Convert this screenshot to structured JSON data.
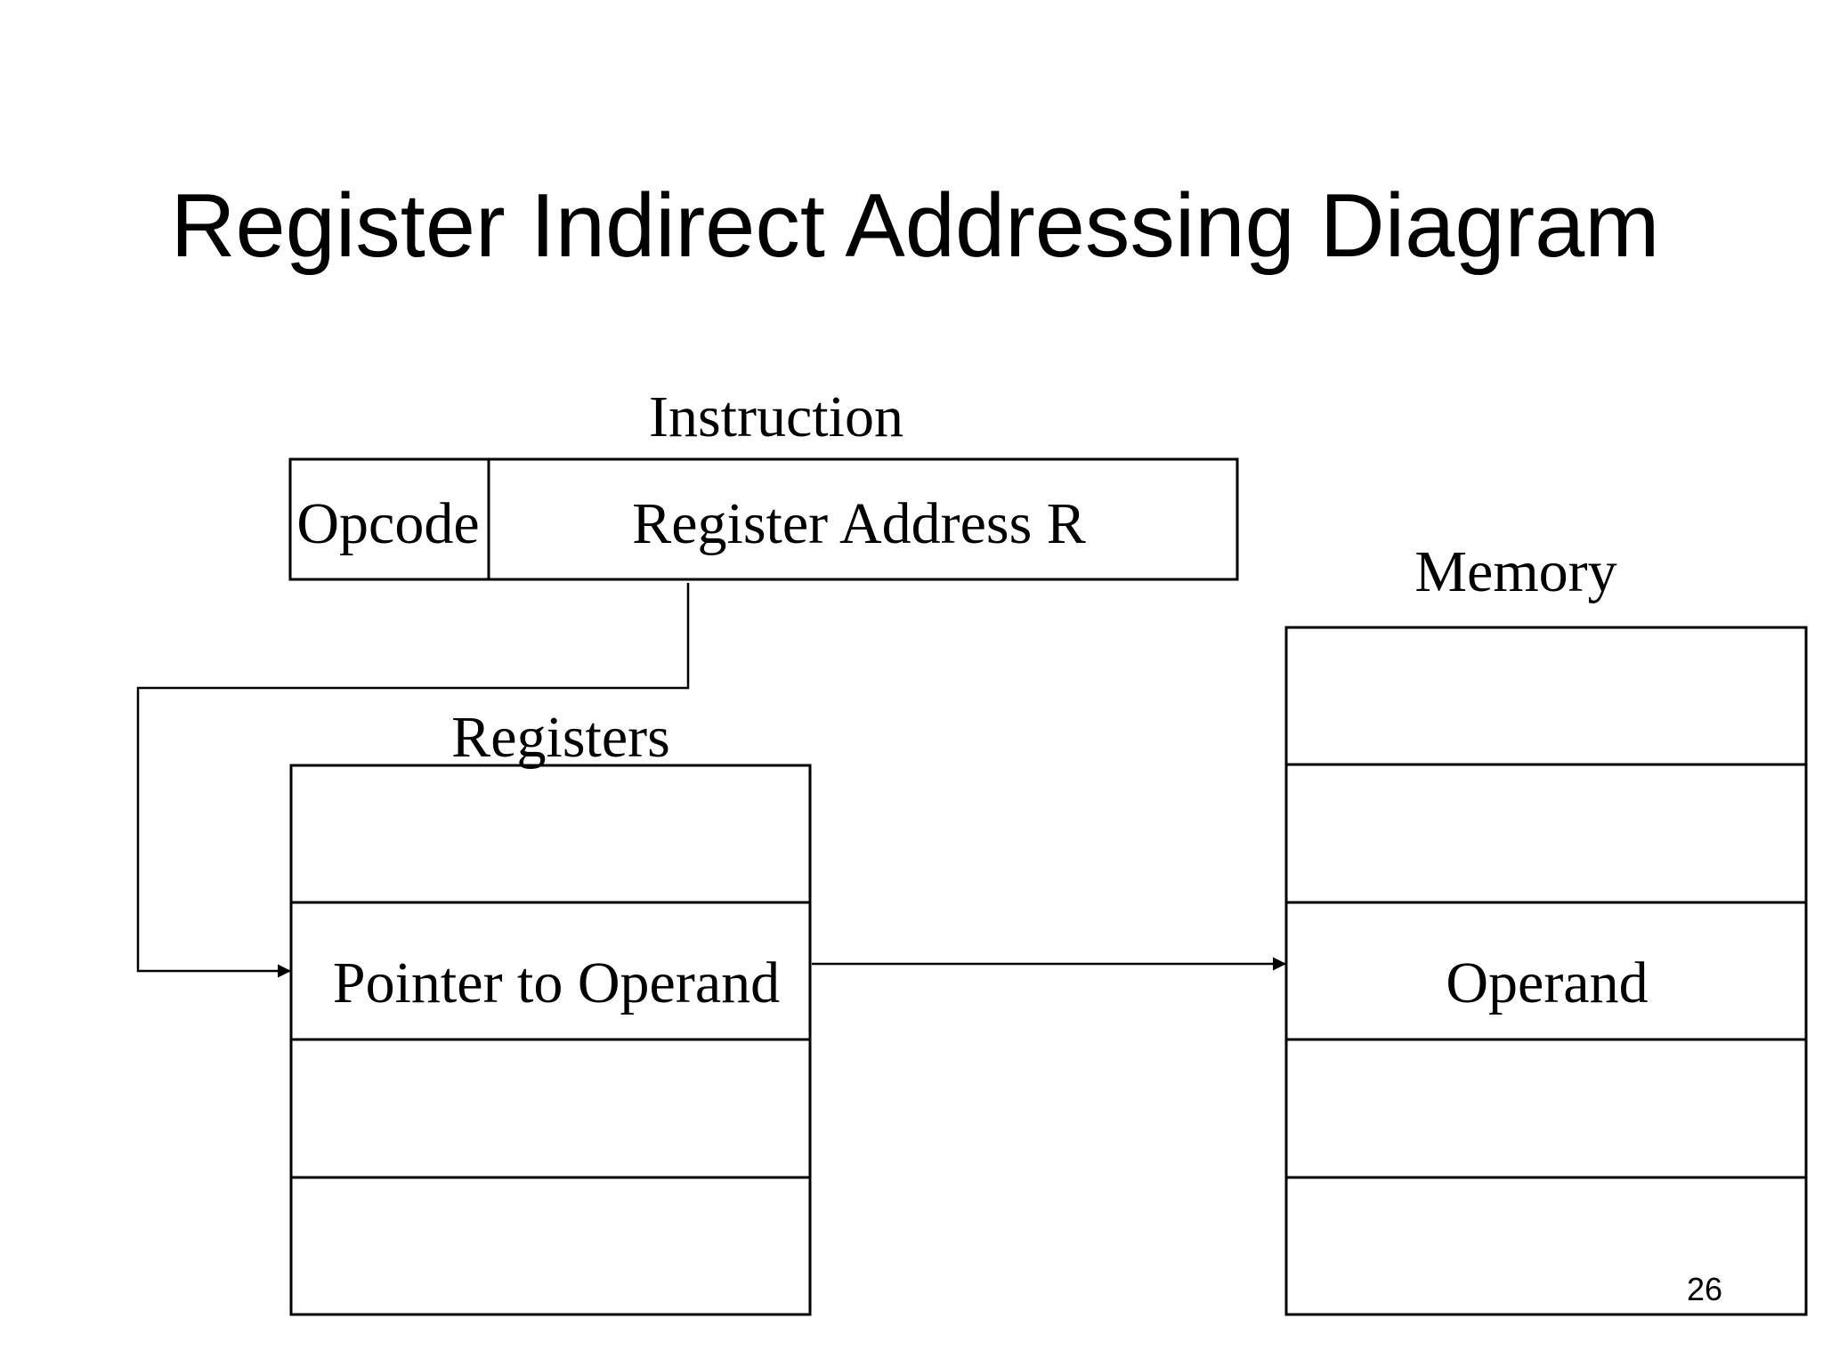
{
  "slide": {
    "title": "Register Indirect Addressing Diagram",
    "page_number": "26"
  },
  "instruction": {
    "heading": "Instruction",
    "opcode_label": "Opcode",
    "address_label": "Register Address R"
  },
  "registers": {
    "heading": "Registers",
    "cells": [
      "",
      "Pointer to Operand",
      "",
      ""
    ]
  },
  "memory": {
    "heading": "Memory",
    "cells": [
      "",
      "",
      "Operand",
      "",
      ""
    ]
  }
}
